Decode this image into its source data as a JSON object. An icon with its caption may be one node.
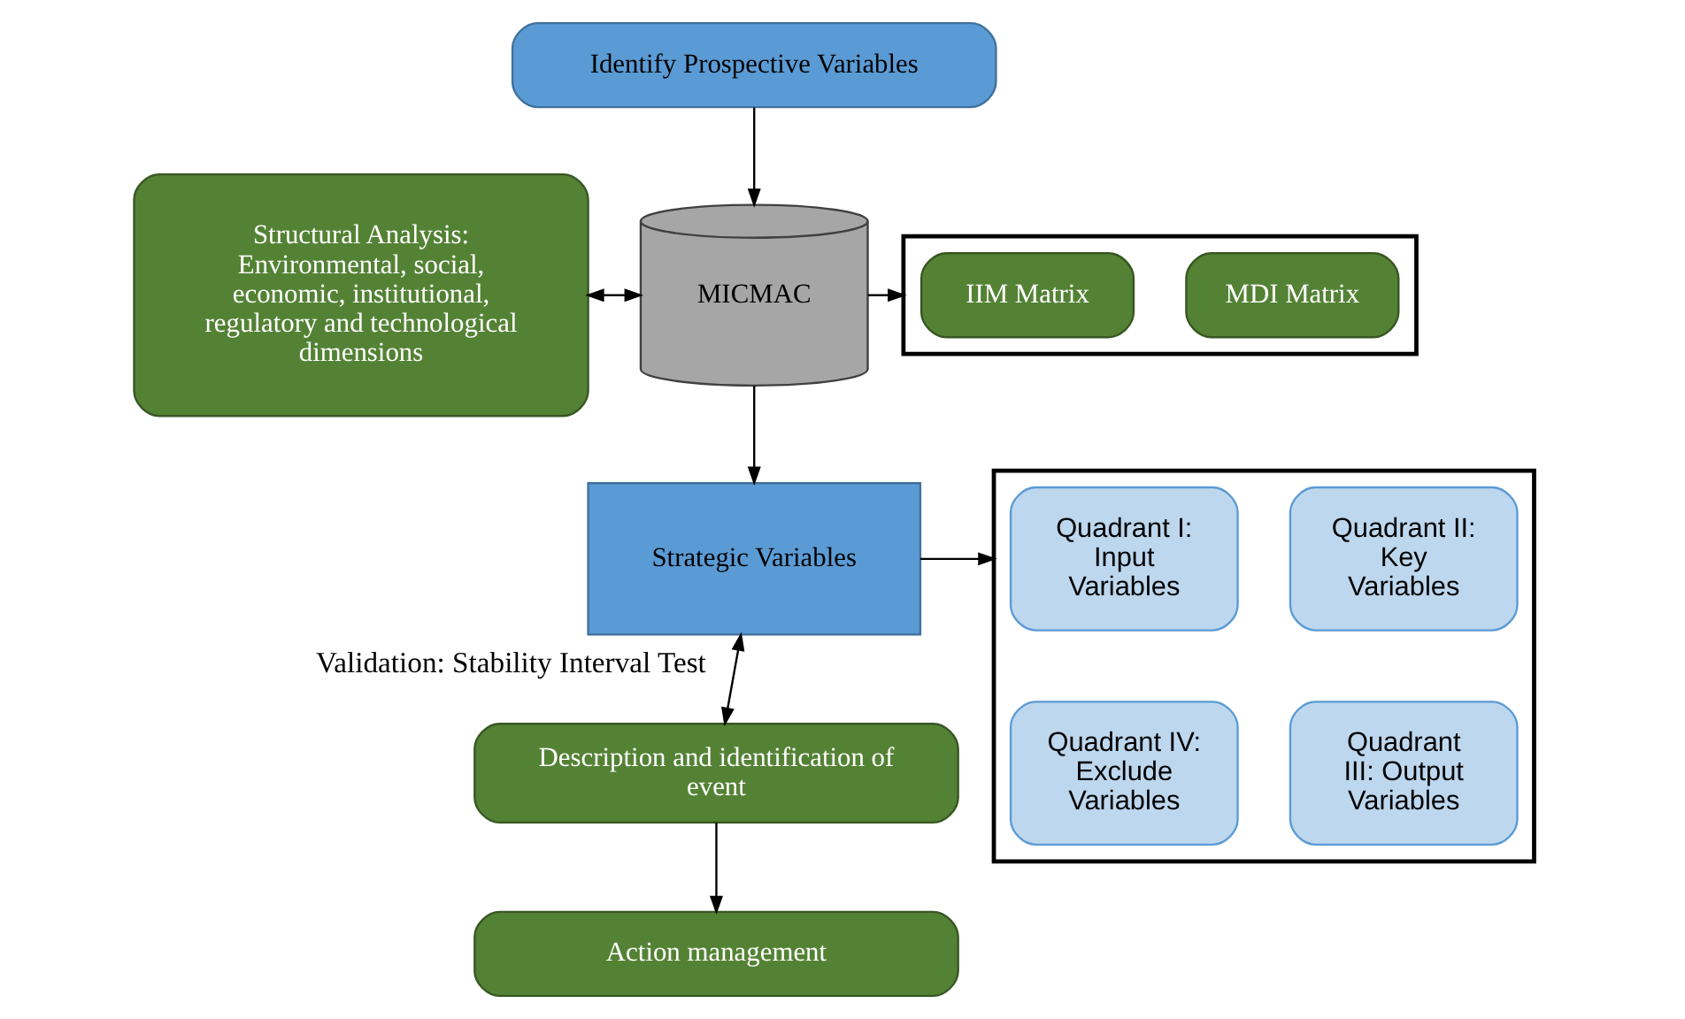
{
  "diagram": {
    "nodes": [
      {
        "text": [
          "Identify Prospective Variables"
        ]
      },
      {
        "text": [
          "Structural Analysis: Environmental, social, economic, institutional, regulatory and technological dimensions"
        ]
      },
      {
        "text": [
          "MICMAC"
        ]
      },
      {
        "text": [],
        "shape": "box"
      },
      {
        "text": [
          "IIM Matrix"
        ],
        "in": 3
      },
      {
        "text": [
          "MDI Matrix"
        ],
        "in": 3
      },
      {
        "text": [
          "Strategic Variables"
        ]
      },
      {
        "text": [],
        "shape": "box"
      },
      {
        "text": [
          "Quadrant I: Input Variables"
        ],
        "in": 7
      },
      {
        "text": [
          "Quadrant II: Key Variables"
        ],
        "in": 7
      },
      {
        "text": [
          "Quadrant IV: Exclude Variables"
        ],
        "in": 7
      },
      {
        "text": [
          "Quadrant III: Output Variables"
        ],
        "in": 7
      },
      {
        "text": [
          "Description and identification of event"
        ]
      },
      {
        "text": [
          "Action management"
        ]
      }
    ],
    "edges": [
      {
        "from": 0,
        "to": 2,
        "arrow": "to"
      },
      {
        "from": 1,
        "to": 2,
        "arrow": "both"
      },
      {
        "from": 2,
        "to": 3,
        "arrow": "to"
      },
      {
        "from": 2,
        "to": 6,
        "arrow": "to"
      },
      {
        "from": 6,
        "to": 7,
        "arrow": "to"
      },
      {
        "from": 6,
        "to": 12,
        "arrow": "both",
        "label": "Validation: Stability Interval Test"
      },
      {
        "from": 12,
        "to": 13,
        "arrow": "to"
      }
    ]
  }
}
